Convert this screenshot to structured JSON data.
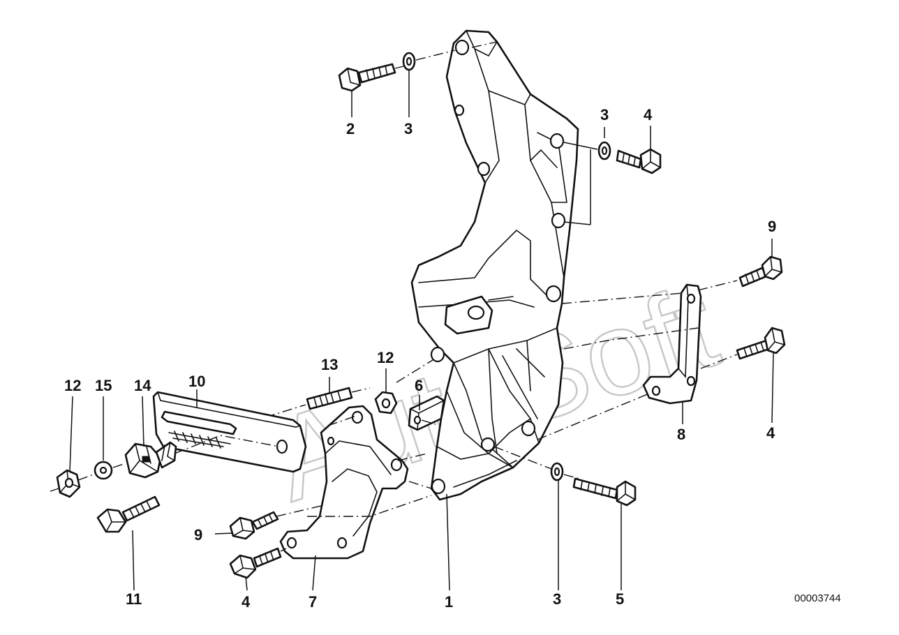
{
  "watermark": "AutoSoft",
  "document_number": "00003744",
  "callouts": [
    {
      "id": "c2",
      "label": "2"
    },
    {
      "id": "c3a",
      "label": "3"
    },
    {
      "id": "c3b",
      "label": "3"
    },
    {
      "id": "c4a",
      "label": "4"
    },
    {
      "id": "c9a",
      "label": "9"
    },
    {
      "id": "c13",
      "label": "13"
    },
    {
      "id": "c12a",
      "label": "12"
    },
    {
      "id": "c6",
      "label": "6"
    },
    {
      "id": "c12b",
      "label": "12"
    },
    {
      "id": "c15",
      "label": "15"
    },
    {
      "id": "c14",
      "label": "14"
    },
    {
      "id": "c10",
      "label": "10"
    },
    {
      "id": "c8",
      "label": "8"
    },
    {
      "id": "c4b",
      "label": "4"
    },
    {
      "id": "c9b",
      "label": "9"
    },
    {
      "id": "c11",
      "label": "11"
    },
    {
      "id": "c4c",
      "label": "4"
    },
    {
      "id": "c7",
      "label": "7"
    },
    {
      "id": "c1",
      "label": "1"
    },
    {
      "id": "c3c",
      "label": "3"
    },
    {
      "id": "c5",
      "label": "5"
    }
  ]
}
